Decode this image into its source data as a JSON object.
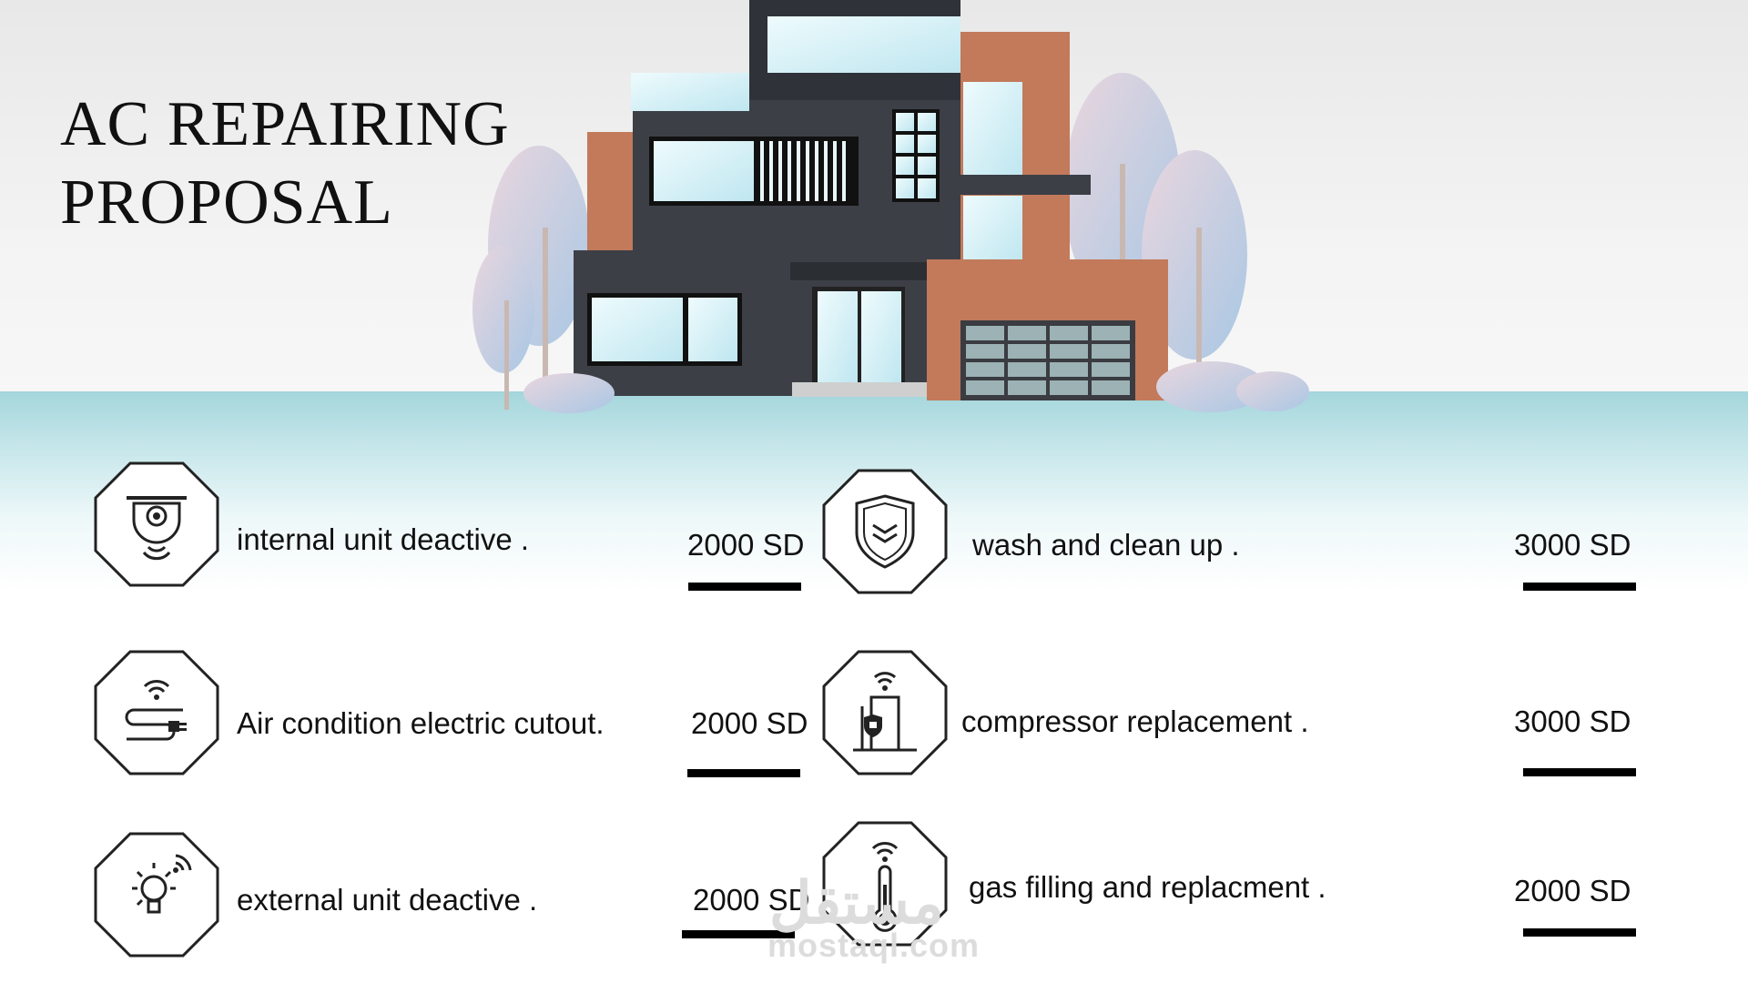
{
  "title": {
    "line1": "AC REPAIRING",
    "line2": "PROPOSAL"
  },
  "colors": {
    "bar": "#000000",
    "building_dark": "#3c3f46",
    "brick": "#c27a5b",
    "ground": "#a4d6db",
    "glass": "#d4f0f7"
  },
  "services": [
    {
      "label": "internal unit deactive .",
      "price": "2000 SD",
      "icon": "ceiling-camera-icon"
    },
    {
      "label": "Air condition electric cutout.",
      "price": "2000 SD",
      "icon": "wifi-plug-icon"
    },
    {
      "label": "external unit deactive .",
      "price": "2000 SD",
      "icon": "smart-bulb-icon"
    },
    {
      "label": "wash and clean up .",
      "price": "3000 SD",
      "icon": "shield-icon"
    },
    {
      "label": "compressor replacement .",
      "price": "3000 SD",
      "icon": "smart-lock-door-icon"
    },
    {
      "label": "gas filling and replacment .",
      "price": "2000 SD",
      "icon": "smart-thermometer-icon"
    }
  ],
  "watermark": {
    "arabic": "مستقل",
    "latin": "mostaql.com"
  }
}
